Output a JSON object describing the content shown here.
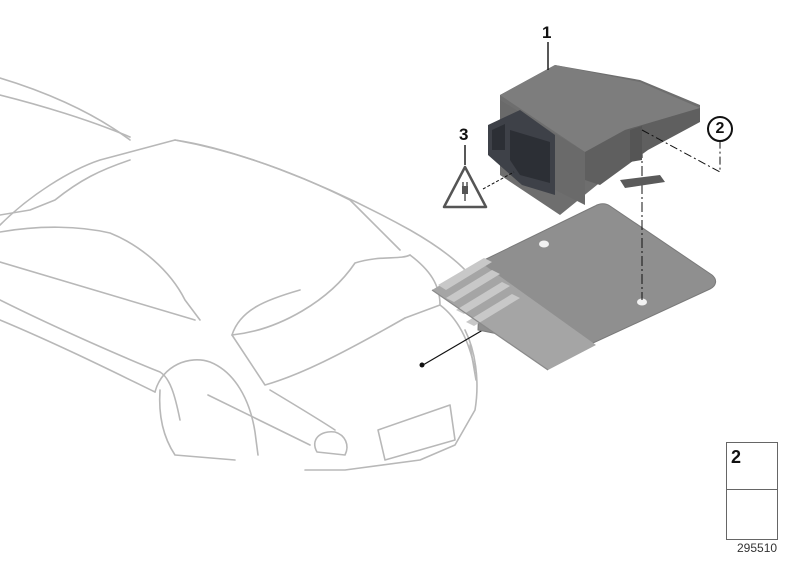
{
  "diagram": {
    "type": "exploded parts diagram",
    "callouts": [
      {
        "id": "1",
        "label": "1",
        "style": "plain",
        "target": "control-module"
      },
      {
        "id": "2",
        "label": "2",
        "style": "circled",
        "target": "mounting-nut"
      },
      {
        "id": "3",
        "label": "3",
        "style": "plain",
        "target": "connector-warning"
      }
    ],
    "parts": [
      {
        "name": "control-module",
        "color": "#6e6e6e"
      },
      {
        "name": "mounting-bracket",
        "color": "#8c8c8c"
      },
      {
        "name": "vehicle-outline",
        "color": "#b5b5b5"
      }
    ],
    "legend": {
      "item_number": "2",
      "item_icon": "hex-flange-nut-icon",
      "arrow_icon": "arrow-direction-icon"
    },
    "reference_number": "295510",
    "colors": {
      "outline": "#b8b8b8",
      "part_dark": "#5a5a5a",
      "part_mid": "#7c7c7c",
      "connector": "#3e4148",
      "bracket": "#8f8f8f",
      "leader": "#111111"
    }
  }
}
